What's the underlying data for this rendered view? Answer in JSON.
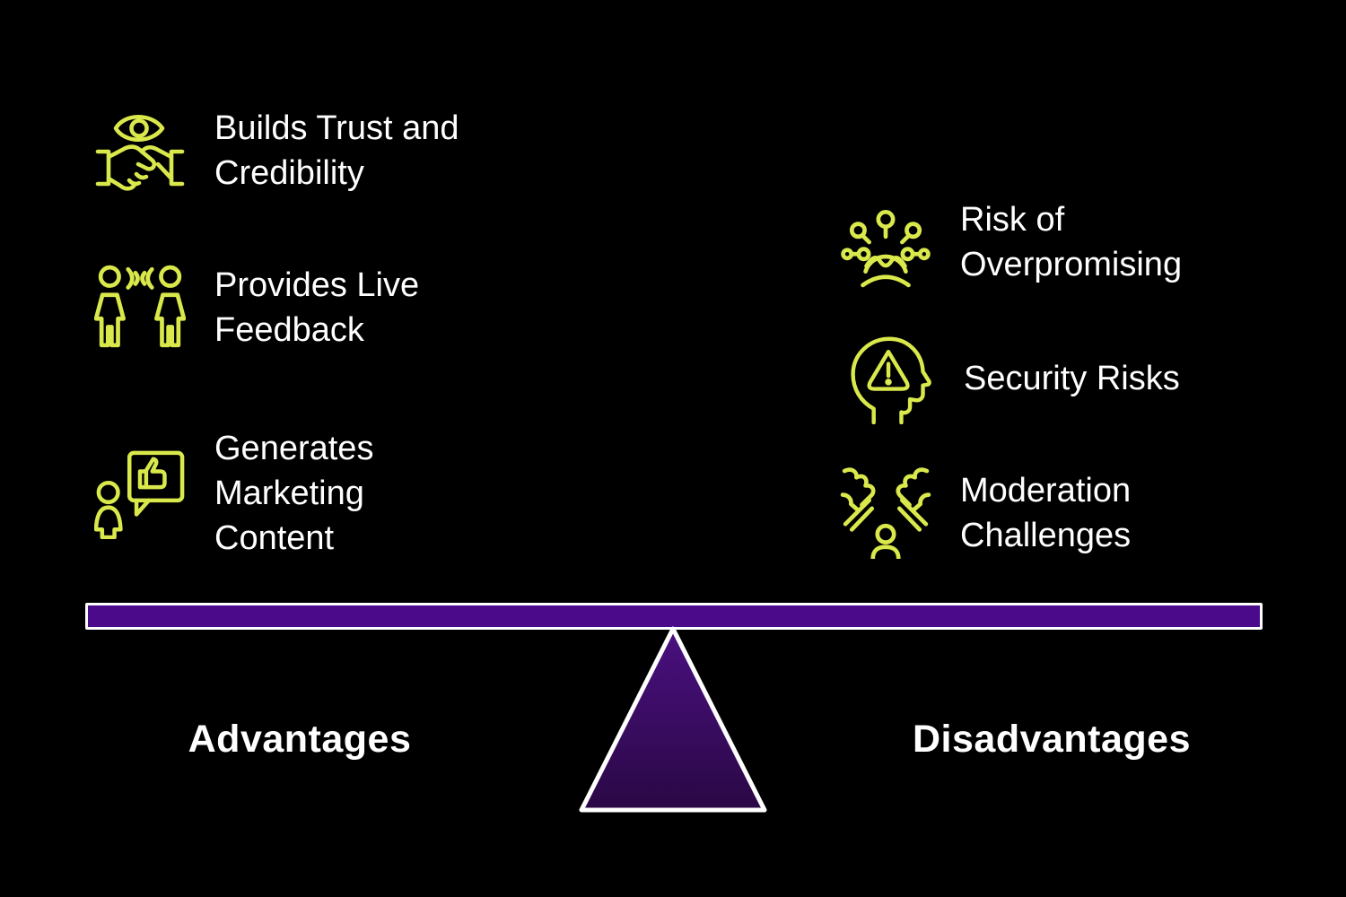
{
  "advantages": {
    "label": "Advantages",
    "items": [
      {
        "icon": "eye-handshake-trust-icon",
        "lines": [
          "Builds Trust and",
          "Credibility",
          ""
        ]
      },
      {
        "icon": "people-conversation-icon",
        "lines": [
          "Provides Live",
          "Feedback",
          ""
        ]
      },
      {
        "icon": "person-like-speech-bubble-icon",
        "lines": [
          "Generates",
          "Marketing",
          "Content"
        ]
      }
    ]
  },
  "disadvantages": {
    "label": "Disadvantages",
    "items": [
      {
        "icon": "person-attention-rays-icon",
        "lines": [
          "Risk of",
          "Overpromising"
        ]
      },
      {
        "icon": "head-warning-triangle-icon",
        "lines": [
          "Security Risks",
          ""
        ]
      },
      {
        "icon": "pointing-blame-person-icon",
        "lines": [
          "Moderation",
          "Challenges"
        ]
      }
    ]
  },
  "colors": {
    "background": "#000000",
    "icon_stroke": "#d9e84b",
    "text": "#ffffff",
    "beam_fill": "#4b0a8a",
    "beam_border": "#ffffff",
    "triangle_top": "#4a1080",
    "triangle_bottom": "#2a0845"
  }
}
